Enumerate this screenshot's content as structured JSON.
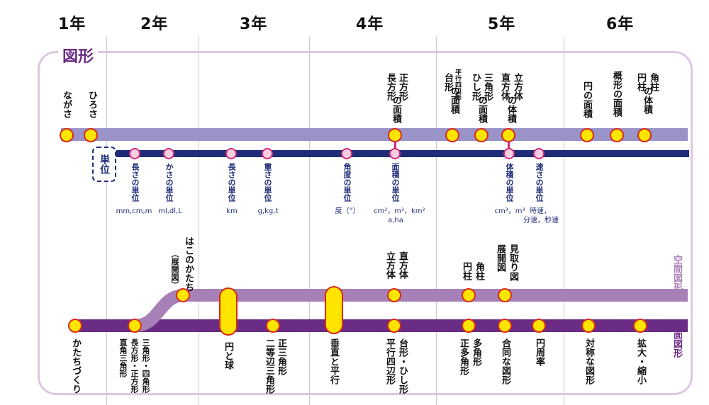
{
  "grades": [
    "1年",
    "2年",
    "3年",
    "4年",
    "5年",
    "6年"
  ],
  "section_title": "図形",
  "unit_badge": "単位",
  "side_labels": {
    "space": "空間図形",
    "plane": "平面図形"
  },
  "colors": {
    "top_line": "#9a93c8",
    "unit_line": "#1f2d79",
    "space_line": "#a880b8",
    "plane_line": "#6a2c84",
    "station_fill": "#ffe400",
    "station_border": "#d82b1f",
    "unit_station_fill": "#f9cfe0"
  },
  "top_labels": [
    "ながさ",
    "ひろさ",
    "長方形",
    "正方形",
    "の面積",
    "台形",
    "平行四辺形",
    "の面積",
    "ひし形",
    "三角形",
    "の面積",
    "直方体",
    "立方体",
    "の体積",
    "円の面積",
    "概形の面積",
    "円柱",
    "角柱",
    "の体積"
  ],
  "unit_labels": [
    "長さの単位",
    "かさの単位",
    "長さの単位",
    "重さの単位",
    "角度の単位",
    "面積の単位",
    "体積の単位",
    "速さの単位"
  ],
  "unit_measures": [
    "mm,cm,m",
    "ml,dl,L",
    "km",
    "g,kg,t",
    "度（°）",
    "cm²，m²，km²",
    "a,ha",
    "cm³，m³",
    "時速，",
    "分速，秒速"
  ],
  "space_labels": [
    "はこのかたち",
    "（展開図）",
    "直方体",
    "立方体",
    "円柱",
    "角柱",
    "見取り図",
    "展開図"
  ],
  "middle_labels": [
    "円と球",
    "垂直と平行"
  ],
  "plane_labels": [
    "かたちづくり",
    "三角形・四角形",
    "長方形・正方形",
    "直角三角形",
    "正三角形",
    "二等辺三角形",
    "平行四辺形",
    "台形・ひし形",
    "多角形",
    "正多角形",
    "合同な図形",
    "円周率",
    "対称な図形",
    "拡大・縮小"
  ]
}
